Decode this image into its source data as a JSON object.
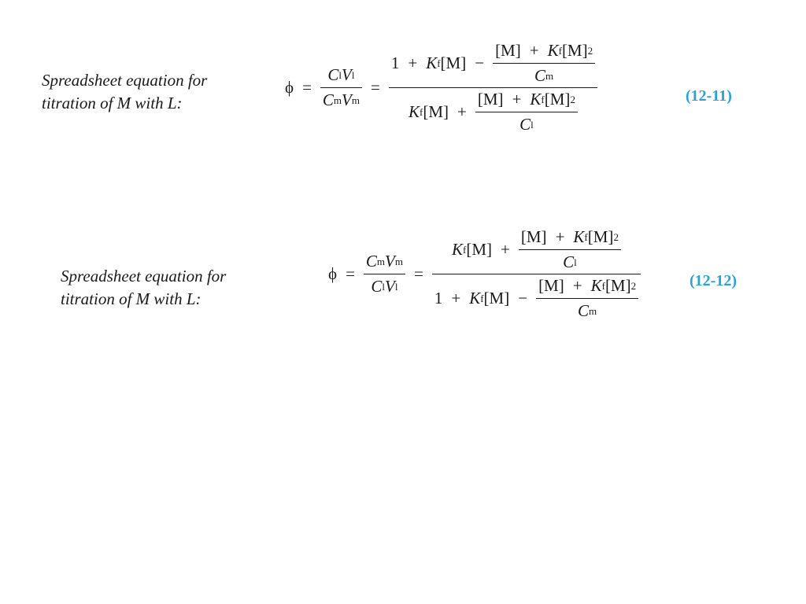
{
  "equations": [
    {
      "caption_line1": "Spreadsheet equation for",
      "caption_line2": "titration of M with L:",
      "number": "(12-11)",
      "color": "#29a3d6"
    },
    {
      "caption_line1": "Spreadsheet equation for",
      "caption_line2": "titration of M with L:",
      "number": "(12-12)",
      "color": "#29a3d6"
    }
  ],
  "symbols": {
    "phi": "ϕ",
    "equals": "=",
    "plus": "+",
    "minus": "−",
    "one": "1",
    "C": "C",
    "V": "V",
    "K": "K",
    "sub_l": "l",
    "sub_m": "m",
    "sub_f": "f",
    "M_bracket": "[M]",
    "sq": "2"
  }
}
